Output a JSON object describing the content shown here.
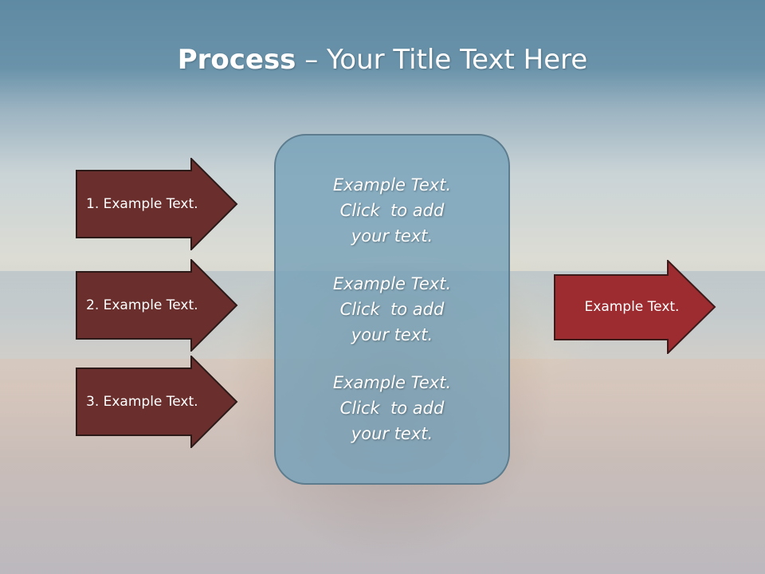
{
  "title": {
    "bold": "Process",
    "rest": " – Your Title Text Here"
  },
  "left_arrows": [
    {
      "label": "1. Example Text."
    },
    {
      "label": "2. Example Text."
    },
    {
      "label": "3. Example Text."
    }
  ],
  "center_panel": {
    "items": [
      {
        "line1": "Example Text.",
        "line2": "Click  to add",
        "line3": "your text."
      },
      {
        "line1": "Example Text.",
        "line2": "Click  to add",
        "line3": "your text."
      },
      {
        "line1": "Example Text.",
        "line2": "Click  to add",
        "line3": "your text."
      }
    ]
  },
  "right_arrow": {
    "label": "Example Text."
  },
  "colors": {
    "left_arrow_fill": "#6a2f2d",
    "left_arrow_stroke": "#2b1a18",
    "right_arrow_fill": "#9c2c2f",
    "right_arrow_stroke": "#3d1a1a",
    "panel_fill": "#78a2b9",
    "panel_stroke": "#5d7d8f"
  }
}
